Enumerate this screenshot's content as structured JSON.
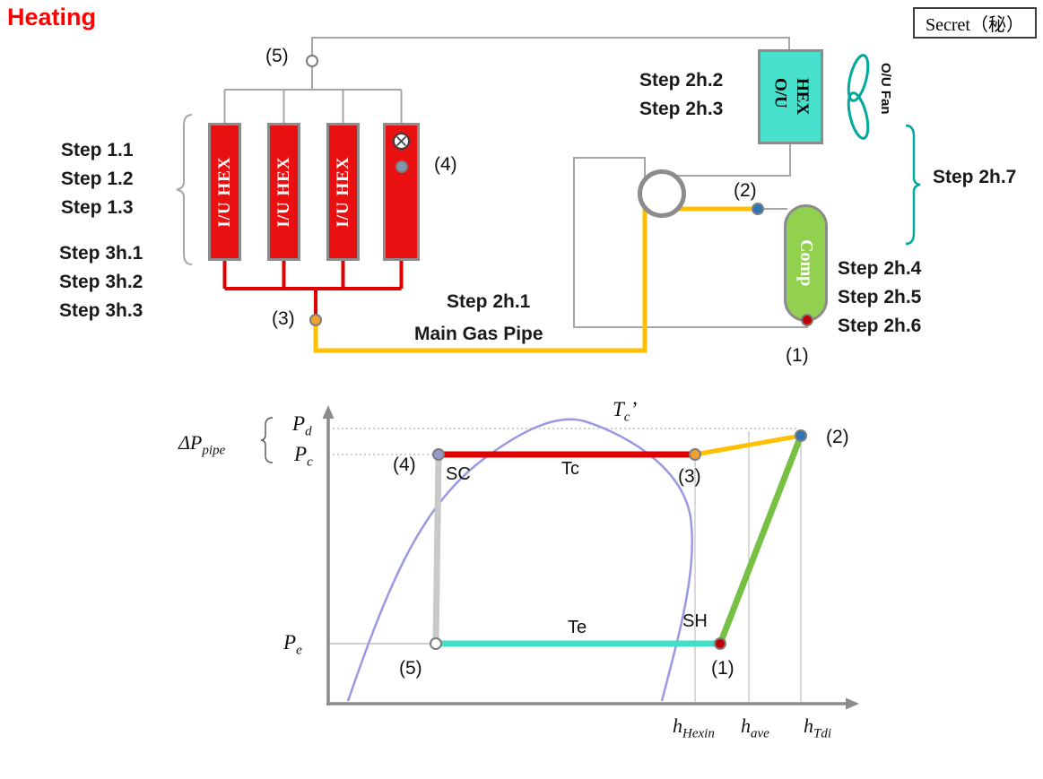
{
  "header": {
    "title": "Heating",
    "secret": "Secret（秘）"
  },
  "schematic": {
    "iu_hex_label": "I/U HEX",
    "ou_hex_line1": "O/U",
    "ou_hex_line2": "HEX",
    "ou_fan_label": "O/U Fan",
    "comp_label": "Comp",
    "main_gas_pipe_label": "Main Gas Pipe",
    "point_labels": {
      "p1": "(1)",
      "p2": "(2)",
      "p3": "(3)",
      "p4": "(4)",
      "p5": "(5)"
    },
    "steps": {
      "group1": [
        "Step 1.1",
        "Step 1.2",
        "Step 1.3"
      ],
      "group3h": [
        "Step 3h.1",
        "Step 3h.2",
        "Step 3h.3"
      ],
      "s2h1": "Step 2h.1",
      "s2h2": "Step 2h.2",
      "s2h3": "Step 2h.3",
      "s2h4": "Step 2h.4",
      "s2h5": "Step 2h.5",
      "s2h6": "Step 2h.6",
      "s2h7": "Step 2h.7"
    }
  },
  "chart": {
    "pressure_labels": {
      "pd": {
        "base": "P",
        "sub": "d"
      },
      "pc": {
        "base": "P",
        "sub": "c"
      },
      "pe": {
        "base": "P",
        "sub": "e"
      }
    },
    "dp_pipe": {
      "base": "ΔP",
      "sub": "pipe"
    },
    "tc_prime": {
      "base": "T",
      "sub": "c",
      "prime": "’"
    },
    "enthalpy_labels": {
      "hexin": {
        "base": "h",
        "sub": "Hexin"
      },
      "ave": {
        "base": "h",
        "sub": "ave"
      },
      "tdi": {
        "base": "h",
        "sub": "Tdi"
      }
    },
    "line_labels": {
      "tc": "Tc",
      "te": "Te",
      "sc": "SC",
      "sh": "SH"
    },
    "point_labels": {
      "p1": "(1)",
      "p2": "(2)",
      "p3": "(3)",
      "p4": "(4)",
      "p5": "(5)"
    }
  },
  "chart_data": {
    "type": "line",
    "x_axis": {
      "label_ticks": [
        "h_Hexin",
        "h_ave",
        "h_Tdi"
      ],
      "tick_x_norm": [
        0.7,
        0.8,
        0.9
      ]
    },
    "y_axis": {
      "label_ticks": [
        "P_d",
        "P_c",
        "P_e"
      ],
      "level_y_norm": [
        0.945,
        0.855,
        0.205
      ]
    },
    "cycle_points": [
      {
        "label": "(1)",
        "x_norm": 0.75,
        "y_norm": 0.205,
        "color": "#c00000"
      },
      {
        "label": "(2)",
        "x_norm": 0.9,
        "y_norm": 0.92,
        "color": "#2e75b6"
      },
      {
        "label": "(3)",
        "x_norm": 0.7,
        "y_norm": 0.855,
        "color": "#f0a132"
      },
      {
        "label": "(4)",
        "x_norm": 0.21,
        "y_norm": 0.855,
        "color": "#959bc8"
      },
      {
        "label": "(5)",
        "x_norm": 0.205,
        "y_norm": 0.205,
        "color": "#ffffff"
      }
    ],
    "segments": [
      {
        "from": "(3)",
        "to": "(4)",
        "label": "Tc",
        "color": "#e00000"
      },
      {
        "from": "(4)",
        "to": "(5)",
        "label": "",
        "color": "#c9c9c9"
      },
      {
        "from": "(5)",
        "to": "(1)",
        "label": "Te",
        "color": "#42dfc8"
      },
      {
        "from": "(1)",
        "to": "(2)",
        "label": "",
        "color": "#76c043"
      },
      {
        "from": "(2)",
        "to": "(3)",
        "label": "ΔP_pipe",
        "color": "#ffc000"
      }
    ],
    "annotations": [
      "T_c’",
      "Tc",
      "Te",
      "SC",
      "SH",
      "ΔP_pipe"
    ],
    "saturation_dome": {
      "color": "#9999e1"
    },
    "grid": "reference lines at P_d, P_c, P_e and h_Hexin, h_ave, h_Tdi"
  }
}
